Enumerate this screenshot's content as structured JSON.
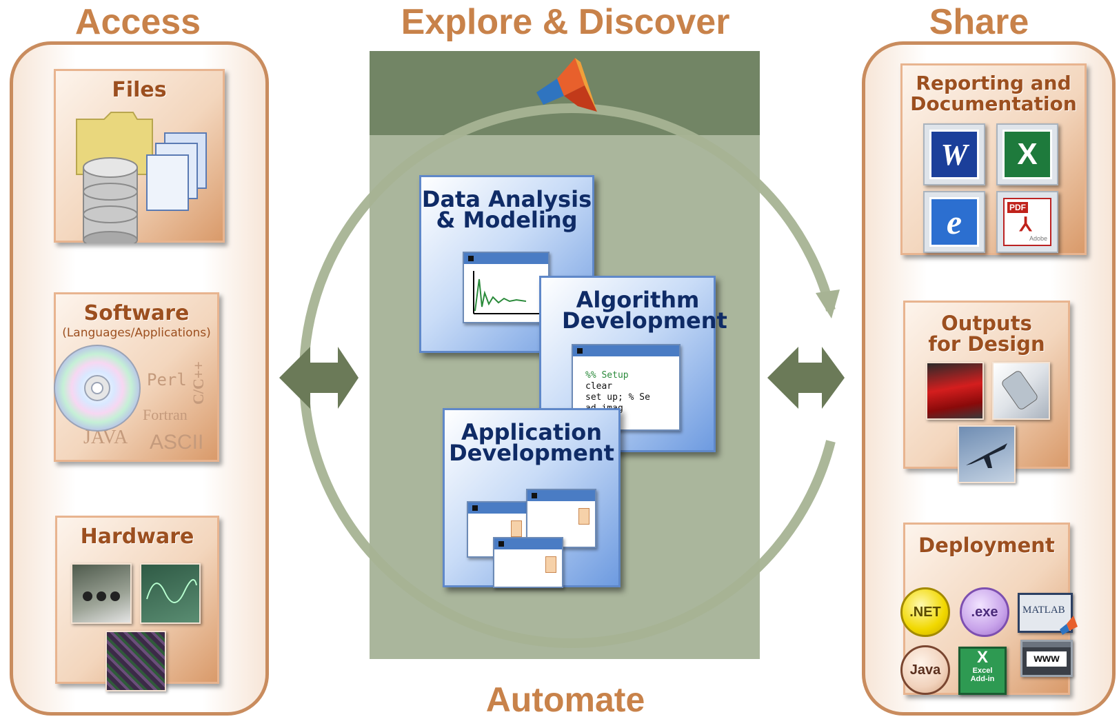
{
  "headings": {
    "access": "Access",
    "explore": "Explore & Discover",
    "share": "Share",
    "automate": "Automate"
  },
  "access": {
    "files": {
      "title": "Files"
    },
    "software": {
      "title": "Software",
      "subtitle": "(Languages/Applications)",
      "languages": [
        "Perl",
        "C/C++",
        "Fortran",
        "JAVA",
        "ASCII"
      ]
    },
    "hardware": {
      "title": "Hardware"
    }
  },
  "explore": {
    "data_analysis": {
      "title_line1": "Data Analysis",
      "title_line2": "& Modeling"
    },
    "algorithm": {
      "title_line1": "Algorithm",
      "title_line2": "Development",
      "code": [
        "%% Setup",
        "clear",
        "set up; % Se",
        "ad imag"
      ]
    },
    "application": {
      "title_line1": "Application",
      "title_line2": "Development"
    }
  },
  "share": {
    "reporting": {
      "title_line1": "Reporting and",
      "title_line2": "Documentation",
      "icons": [
        "word-icon",
        "excel-icon",
        "internet-explorer-icon",
        "pdf-icon"
      ],
      "icon_letters": [
        "W",
        "X",
        "e",
        "PDF"
      ],
      "pdf_sublabel": "Adobe"
    },
    "outputs": {
      "title_line1": "Outputs",
      "title_line2": "for Design"
    },
    "deployment": {
      "title": "Deployment",
      "badges": [
        ".NET",
        ".exe",
        "Java"
      ],
      "matlab_label": "MATLAB",
      "excel_line1": "Excel",
      "excel_line2": "Add-in",
      "web_label": "www"
    }
  },
  "colors": {
    "heading": "#c8824a",
    "panel_border": "#c98c5e",
    "center_bg": "#aab69c",
    "center_top": "#728565",
    "arrow": "#6b7a58",
    "card_title": "#9c4f1f",
    "blue_title": "#0f2b66"
  }
}
